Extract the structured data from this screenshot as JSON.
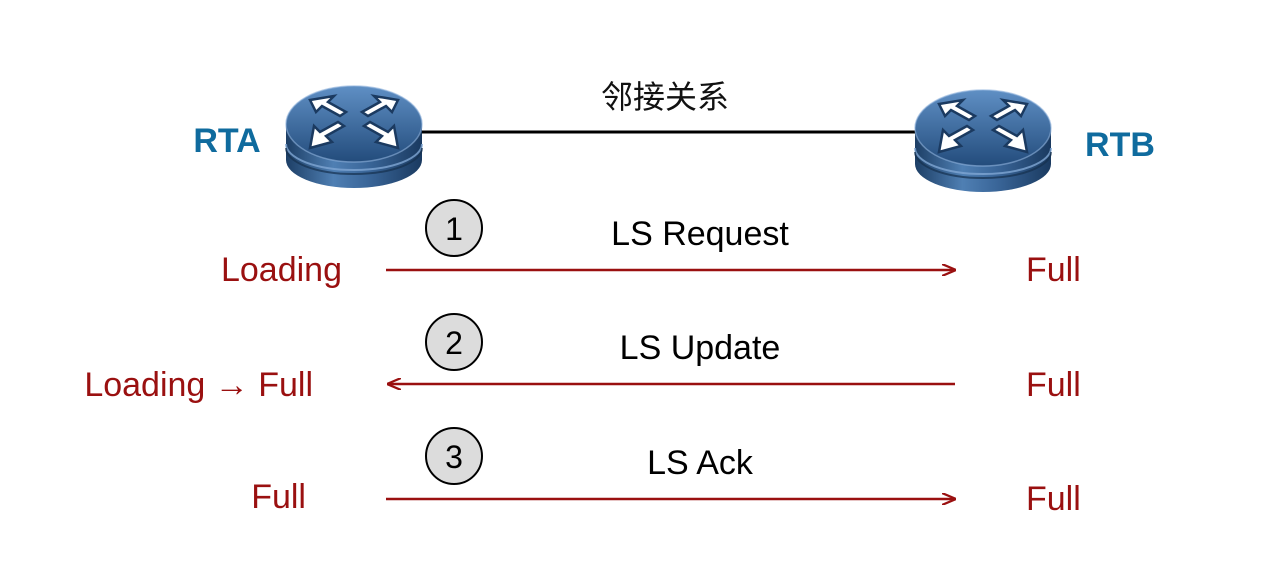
{
  "routers": {
    "left": {
      "name": "RTA",
      "icon": "router-icon"
    },
    "right": {
      "name": "RTB",
      "icon": "router-icon"
    }
  },
  "link": {
    "label": "邻接关系"
  },
  "steps": [
    {
      "number": "1",
      "message": "LS Request",
      "direction": "right",
      "left_state": "Loading",
      "right_state": "Full"
    },
    {
      "number": "2",
      "message": "LS Update",
      "direction": "left",
      "left_state": "Loading → Full",
      "right_state": "Full"
    },
    {
      "number": "3",
      "message": "LS Ack",
      "direction": "right",
      "left_state": "Full",
      "right_state": "Full"
    }
  ],
  "colors": {
    "router_label": "#0f6b9e",
    "state_text": "#9a1010",
    "arrow": "#9a1010",
    "link_line": "#000000",
    "step_circle_fill": "#dcdcdc",
    "router_body": "#2c5a8c"
  }
}
